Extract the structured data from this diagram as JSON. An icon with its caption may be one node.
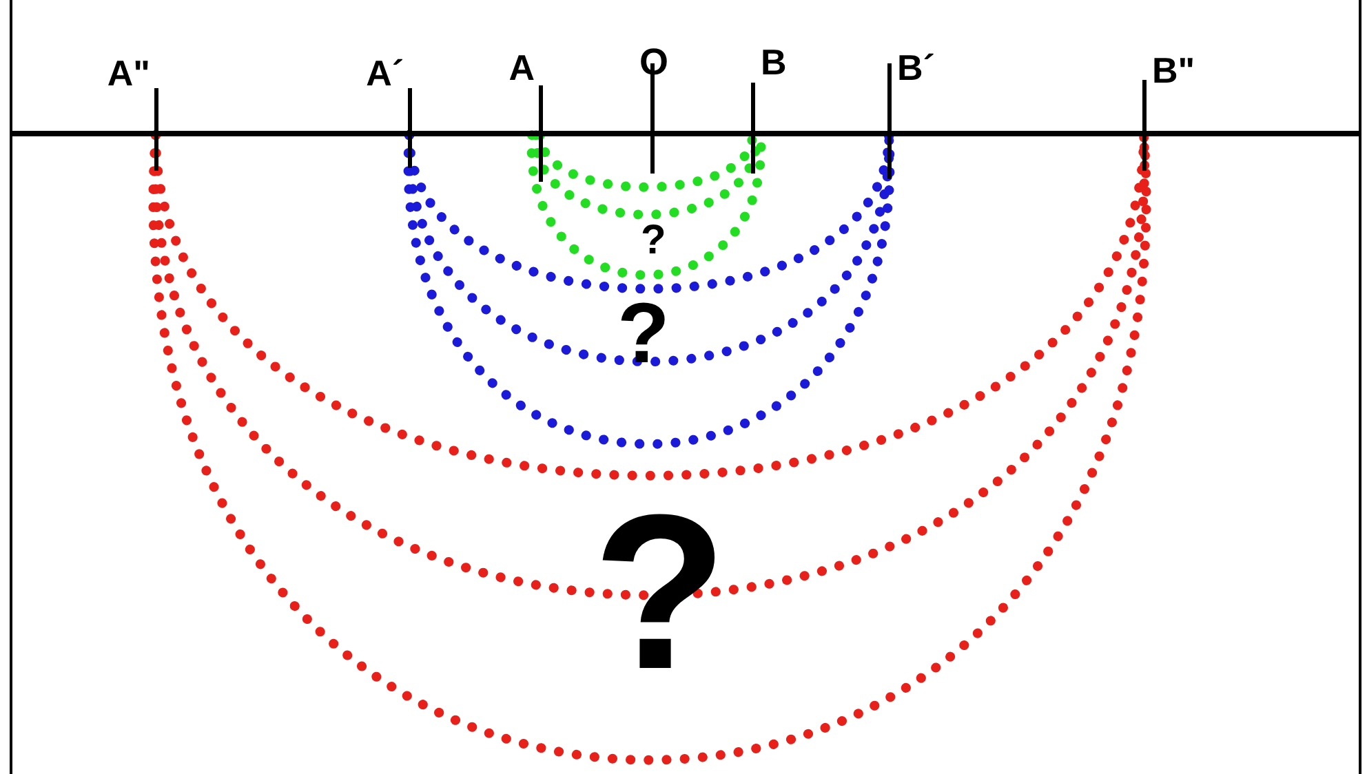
{
  "diagram": {
    "nodes": [
      {
        "text": [
          "A\""
        ]
      },
      {
        "text": [
          "A´"
        ]
      },
      {
        "text": [
          "A"
        ]
      },
      {
        "text": [
          "B"
        ]
      },
      {
        "text": [
          "B´"
        ]
      },
      {
        "text": [
          "B\""
        ]
      }
    ],
    "edges": [
      {
        "from": 2,
        "to": 3,
        "arrow": "none",
        "style": "dashed",
        "color": "#22dd22"
      },
      {
        "from": 2,
        "to": 3,
        "arrow": "none",
        "style": "dashed",
        "color": "#22dd22"
      },
      {
        "from": 2,
        "to": 3,
        "arrow": "none",
        "style": "dashed",
        "color": "#22dd22"
      },
      {
        "from": 1,
        "to": 4,
        "arrow": "none",
        "style": "dashed",
        "color": "#1a1ad8"
      },
      {
        "from": 1,
        "to": 4,
        "arrow": "none",
        "style": "dashed",
        "color": "#1a1ad8"
      },
      {
        "from": 1,
        "to": 4,
        "arrow": "none",
        "style": "dashed",
        "color": "#1a1ad8"
      },
      {
        "from": 0,
        "to": 5,
        "arrow": "none",
        "style": "dashed",
        "color": "#e8201a"
      },
      {
        "from": 0,
        "to": 5,
        "arrow": "none",
        "style": "dashed",
        "color": "#e8201a"
      },
      {
        "from": 0,
        "to": 5,
        "arrow": "none",
        "style": "dashed",
        "color": "#e8201a"
      }
    ],
    "labels": [
      "O",
      "?",
      "?",
      "?"
    ]
  }
}
